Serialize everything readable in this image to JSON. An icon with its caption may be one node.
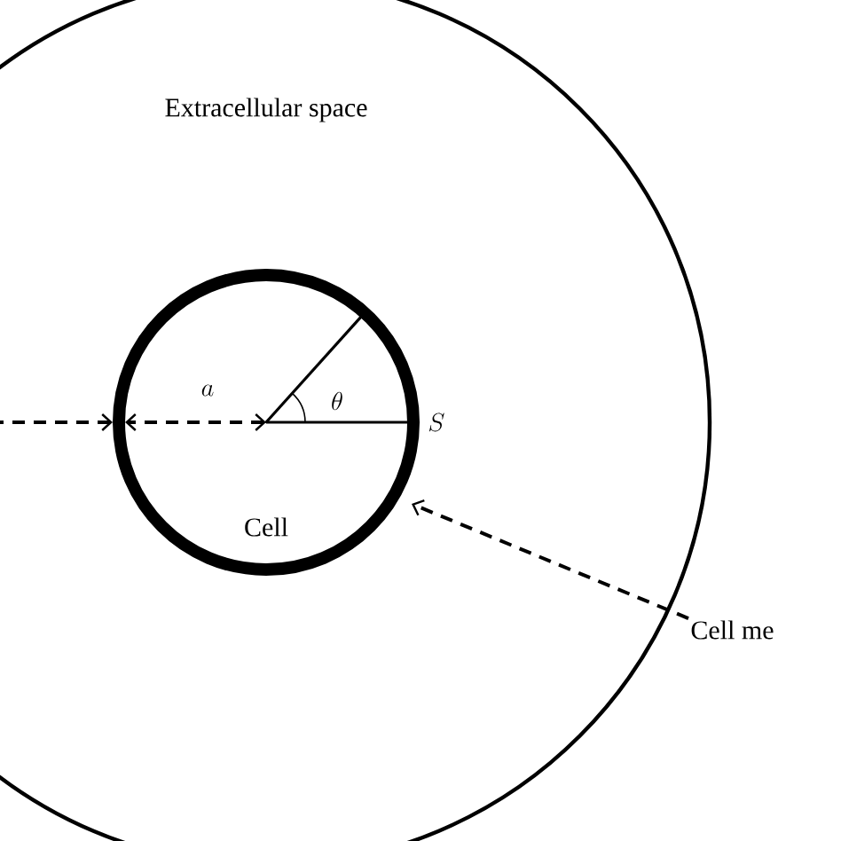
{
  "diagram": {
    "nodes": [
      {
        "text": [
          "Extracellular space"
        ]
      },
      {
        "text": [
          "Cell"
        ],
        "in": 0
      },
      {
        "text": [
          "Cell me"
        ]
      },
      {
        "text": [],
        "shape": "point",
        "in": 1
      }
    ],
    "edges": [
      {
        "from": 3,
        "to": 1,
        "arrow": "both",
        "label": "a",
        "style": "dashed"
      },
      {
        "from": null,
        "to": 1,
        "arrow": "to",
        "style": "dashed"
      },
      {
        "from": 2,
        "to": 1,
        "arrow": "to",
        "style": "dashed"
      }
    ],
    "labels": [
      "\\theta",
      "S"
    ]
  }
}
